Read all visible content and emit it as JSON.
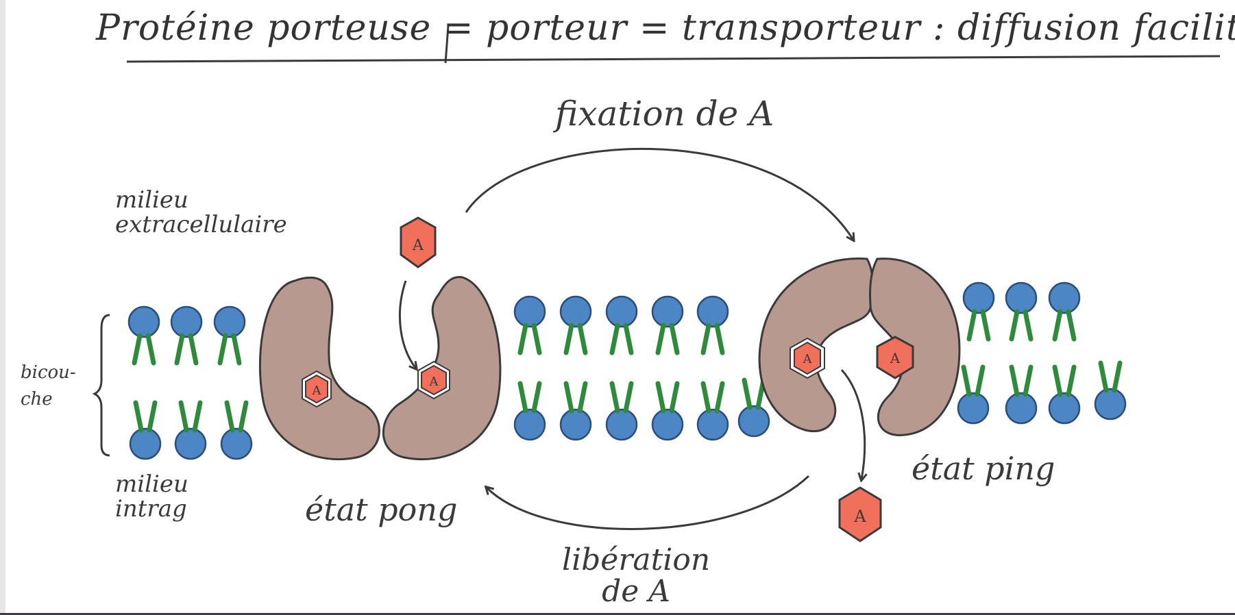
{
  "title": "Protéine porteuse = porteur = transporteur : diffusion facilitée",
  "labels": {
    "fixation": "fixation de A",
    "extracellular": [
      "milieu",
      "extracellulaire"
    ],
    "bilayer": "bicou-che",
    "intracellular": [
      "milieu",
      "intrag"
    ],
    "pong_state": "état pong",
    "ping_state": "état ping",
    "liberation": [
      "libération",
      "de A"
    ]
  },
  "molecule_label": "A",
  "colors": {
    "lipid_head": "#4d86c4",
    "lipid_tail": "#2f8a3c",
    "protein": "#b8998f",
    "molecule": "#f0705c",
    "ink": "#3a3a3a"
  }
}
